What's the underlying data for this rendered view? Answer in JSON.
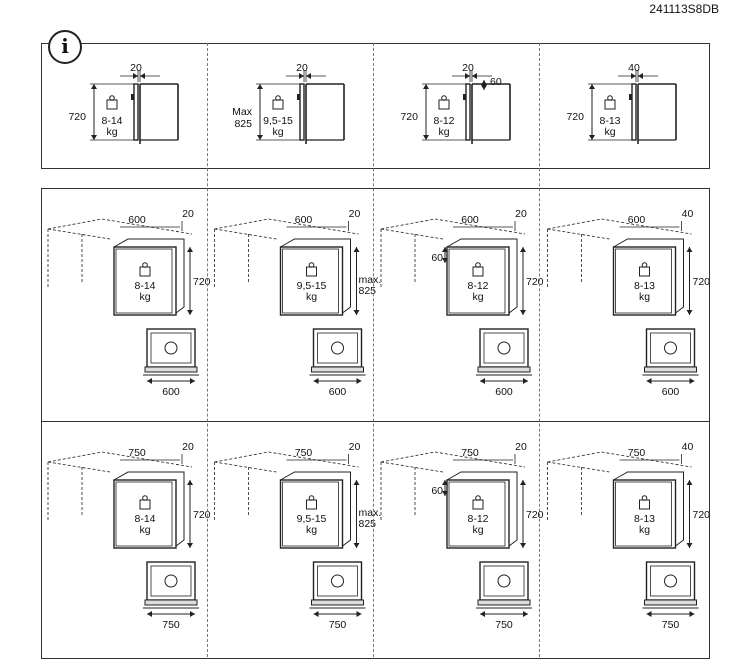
{
  "doc_code": "241113S8DB",
  "info_icon": "i",
  "top_row": [
    {
      "gap": "20",
      "height": "720",
      "weight_lines": [
        "8-14",
        "kg"
      ],
      "extra": ""
    },
    {
      "gap": "20",
      "height_lines": [
        "Max",
        "825"
      ],
      "weight_lines": [
        "9,5-15",
        "kg"
      ],
      "extra": ""
    },
    {
      "gap": "20",
      "height": "720",
      "weight_lines": [
        "8-12",
        "kg"
      ],
      "extra": "60"
    },
    {
      "gap": "40",
      "height": "720",
      "weight_lines": [
        "8-13",
        "kg"
      ],
      "extra": ""
    }
  ],
  "rows": [
    {
      "width": "600",
      "cells": [
        {
          "gap": "20",
          "height_lines": [
            "720"
          ],
          "weight_lines": [
            "8-14",
            "kg"
          ],
          "side": ""
        },
        {
          "gap": "20",
          "height_lines": [
            "max.",
            "825"
          ],
          "weight_lines": [
            "9,5-15",
            "kg"
          ],
          "side": ""
        },
        {
          "gap": "20",
          "height_lines": [
            "720"
          ],
          "weight_lines": [
            "8-12",
            "kg"
          ],
          "side": "60"
        },
        {
          "gap": "40",
          "height_lines": [
            "720"
          ],
          "weight_lines": [
            "8-13",
            "kg"
          ],
          "side": ""
        }
      ]
    },
    {
      "width": "750",
      "cells": [
        {
          "gap": "20",
          "height_lines": [
            "720"
          ],
          "weight_lines": [
            "8-14",
            "kg"
          ],
          "side": ""
        },
        {
          "gap": "20",
          "height_lines": [
            "max.",
            "825"
          ],
          "weight_lines": [
            "9,5-15",
            "kg"
          ],
          "side": ""
        },
        {
          "gap": "20",
          "height_lines": [
            "720"
          ],
          "weight_lines": [
            "8-12",
            "kg"
          ],
          "side": "60"
        },
        {
          "gap": "40",
          "height_lines": [
            "720"
          ],
          "weight_lines": [
            "8-13",
            "kg"
          ],
          "side": ""
        }
      ]
    }
  ]
}
